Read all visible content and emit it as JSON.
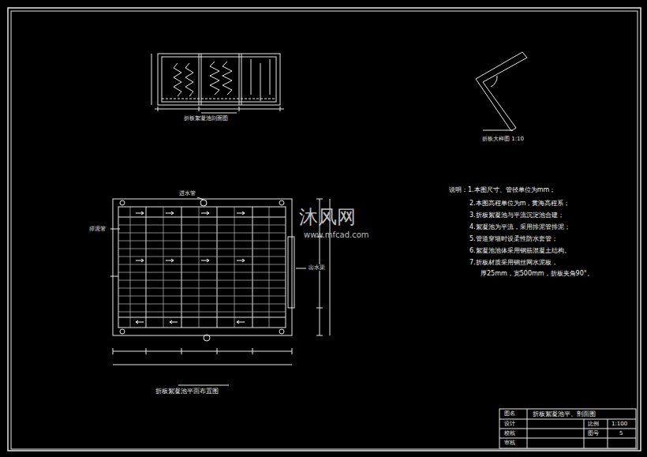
{
  "diagram": {
    "labels": [
      "折板絮凝池剖面图",
      "折板絮凝池平面布置图",
      "折板大样图 1:10",
      "说明：1.本图尺寸、管径单位为mm；",
      "2.本图高程单位为m，黄海高程系；",
      "3.折板絮凝池与平流沉淀池合建；",
      "4.絮凝池为平流，采用排泥管排泥；",
      "5.管道穿墙时设柔性防水套管；",
      "6.絮凝池池体采用钢筋混凝土结构。",
      "7.折板材质采用钢丝网水泥板，",
      "厚25mm，宽500mm，折板夹角90°。",
      "沐风网",
      "www.mfcad.com",
      "图名",
      "折板絮凝池平、剖面图",
      "设计",
      "校核",
      "审核",
      "比例",
      "1:100",
      "图号",
      "5",
      "进水管",
      "排泥管",
      "出水渠"
    ]
  }
}
